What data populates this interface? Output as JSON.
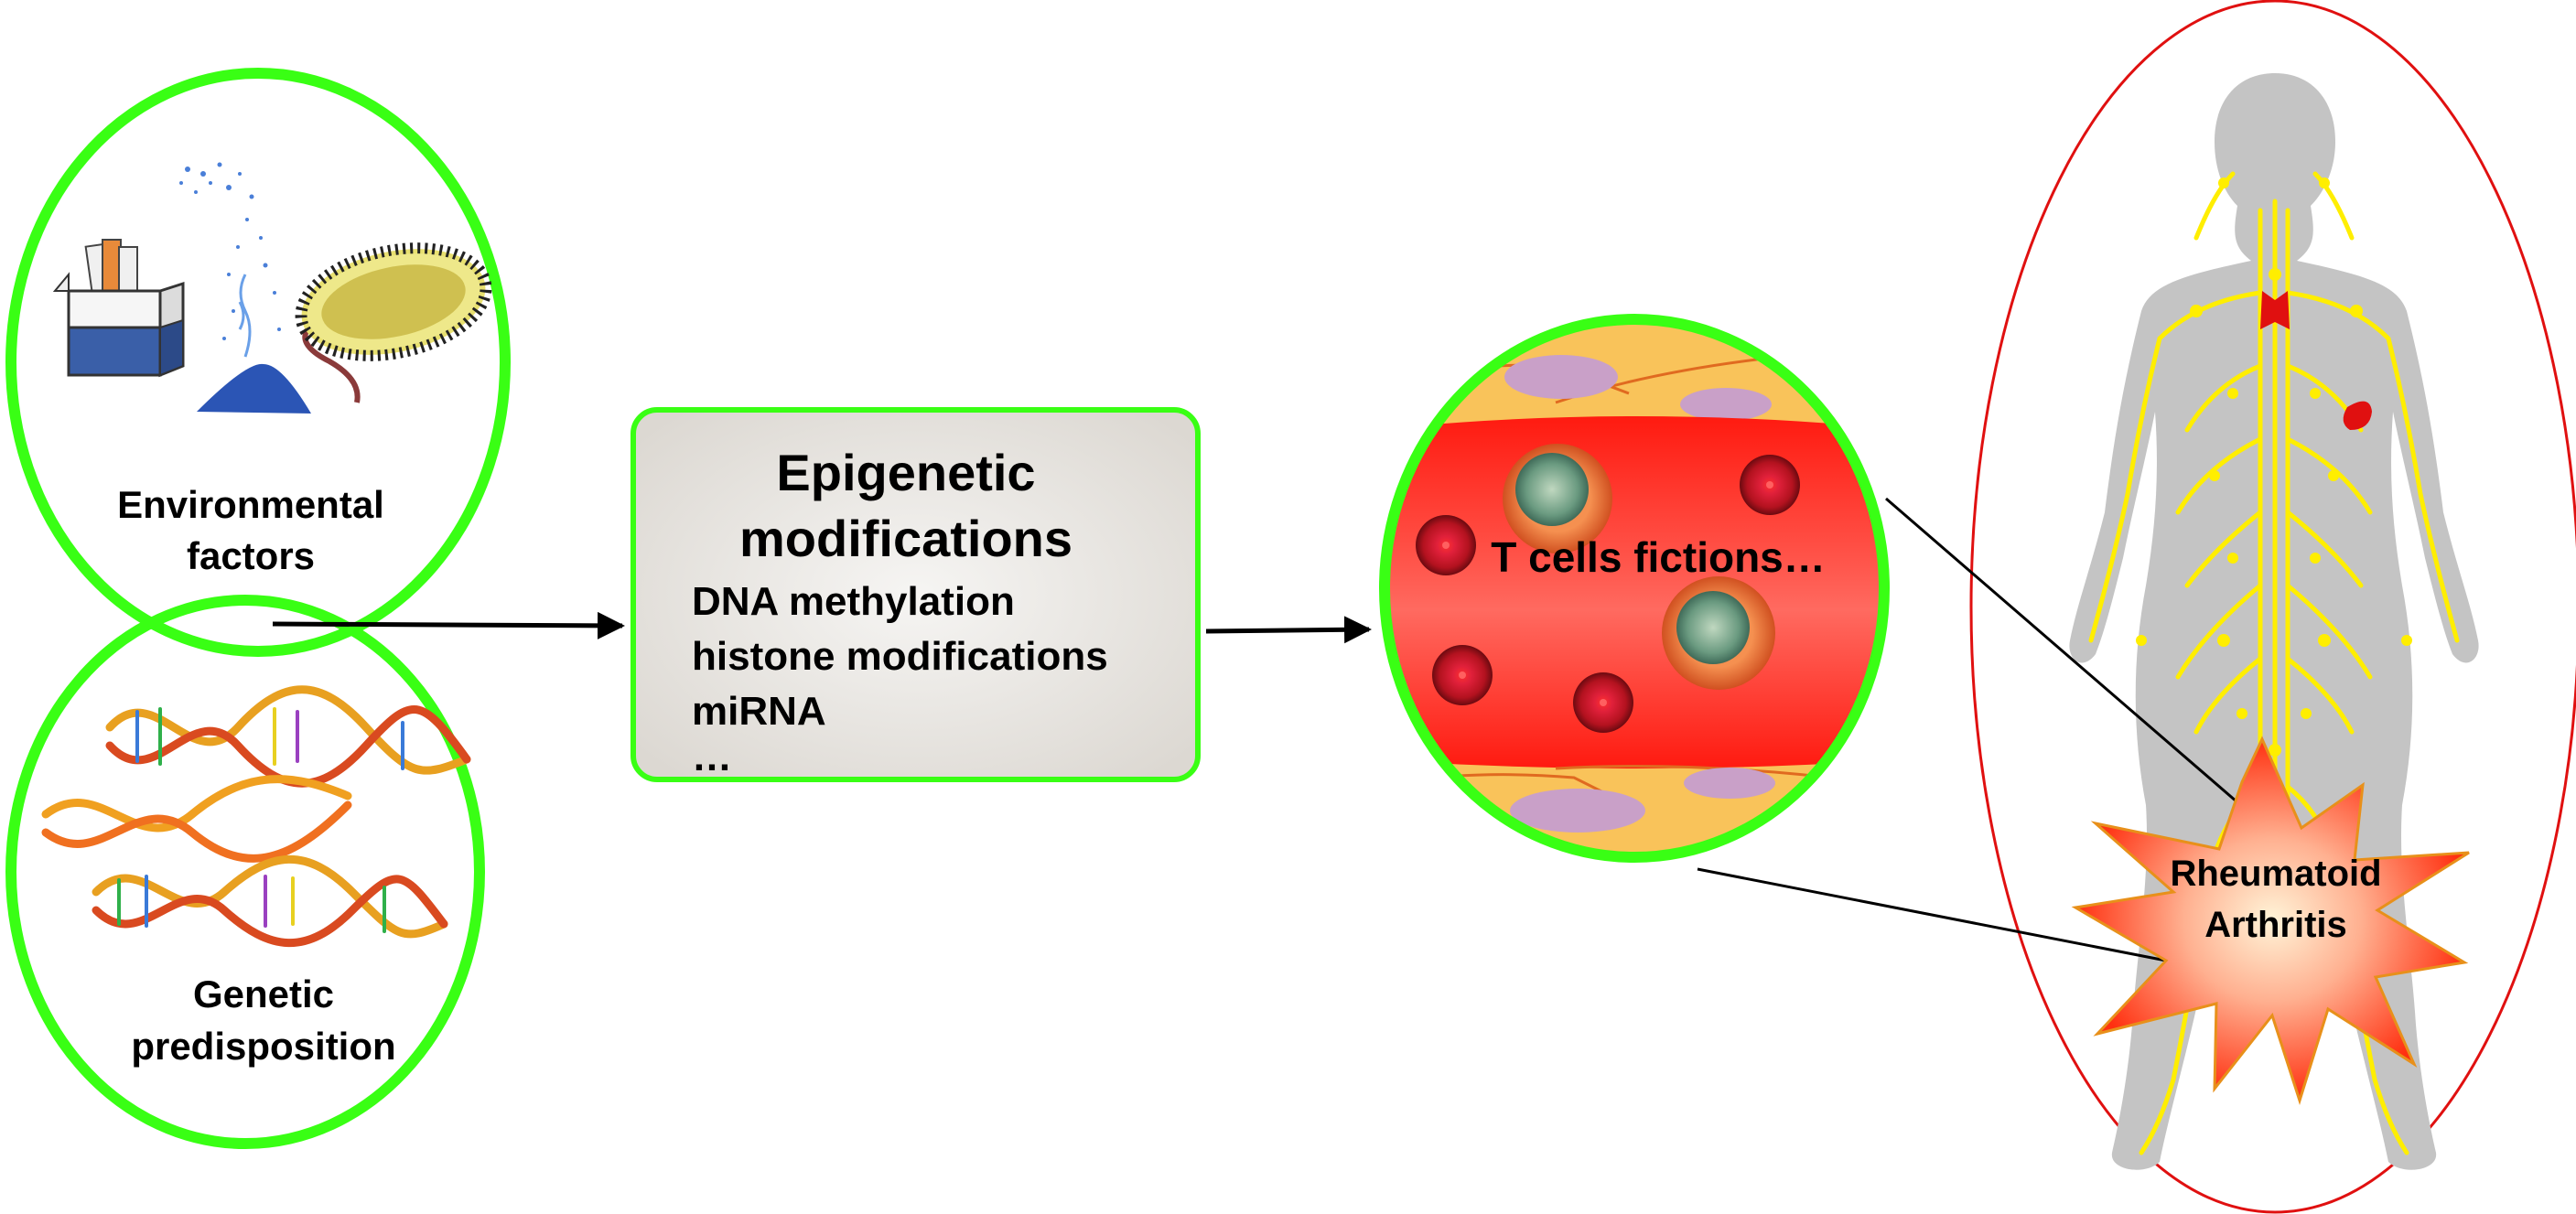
{
  "environment": {
    "label_line1": "Environmental",
    "label_line2": "factors"
  },
  "genetic": {
    "label_line1": "Genetic",
    "label_line2": "predisposition"
  },
  "epigenetic": {
    "title_line1": "Epigenetic",
    "title_line2": "modifications",
    "items": [
      "DNA methylation",
      "histone modifications",
      "miRNA",
      "…"
    ],
    "highlight_color": "#ff0000"
  },
  "tcell": {
    "label": "T cells fictions…"
  },
  "ra": {
    "label_line1": "Rheumatoid",
    "label_line2": "Arthritis"
  },
  "colors": {
    "outline_green": "#39ff14",
    "blood_red": "#ff2a1f",
    "body_gray": "#c4c4c4",
    "nerve_yellow": "#ffee00",
    "oval_red": "#e01010"
  },
  "icons": [
    "cigarette-pack-icon",
    "dust-pile-icon",
    "bacterium-icon",
    "dna-helix-icon",
    "human-body-icon",
    "starburst-icon"
  ]
}
